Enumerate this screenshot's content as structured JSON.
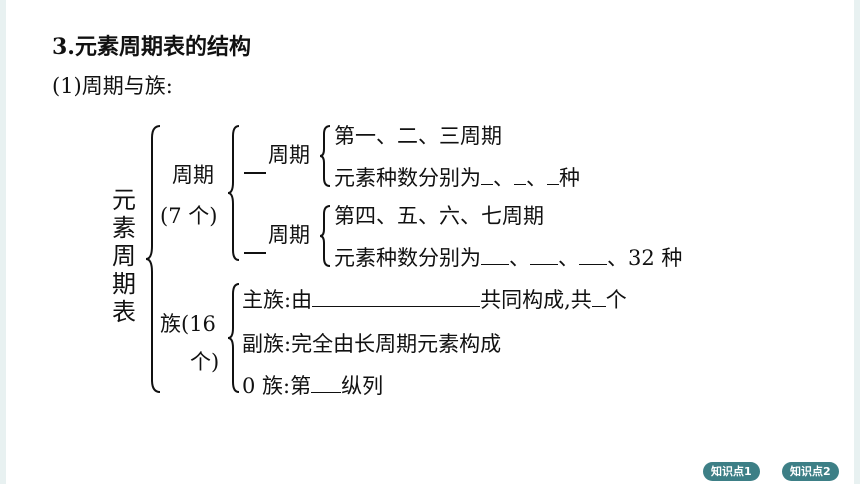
{
  "heading": "3.元素周期表的结构",
  "subheading": "(1)周期与族:",
  "root_label_chars": [
    "元",
    "素",
    "周",
    "期",
    "表"
  ],
  "period": {
    "label_line1": "周期",
    "label_line2": "(7 个)",
    "short": {
      "label": "周期",
      "item1": "第一、二、三周期",
      "item2_prefix": "元素种数分别为",
      "sep1": "、",
      "sep2": "、",
      "item2_suffix": "种"
    },
    "long": {
      "label": "周期",
      "item1": "第四、五、六、七周期",
      "item2_prefix": "元素种数分别为",
      "sep1": "、",
      "sep2": "、",
      "item2_suffix": "、32 种"
    }
  },
  "group": {
    "label_line1": "族(16",
    "label_line2": "个)",
    "main_prefix": "主族:由",
    "main_middle": "共同构成,共",
    "main_suffix": "个",
    "sub": "副族:完全由长周期元素构成",
    "zero_prefix": "0 族:第",
    "zero_suffix": "纵列"
  },
  "nav": {
    "btn1": "知识点1",
    "btn2": "知识点2"
  }
}
